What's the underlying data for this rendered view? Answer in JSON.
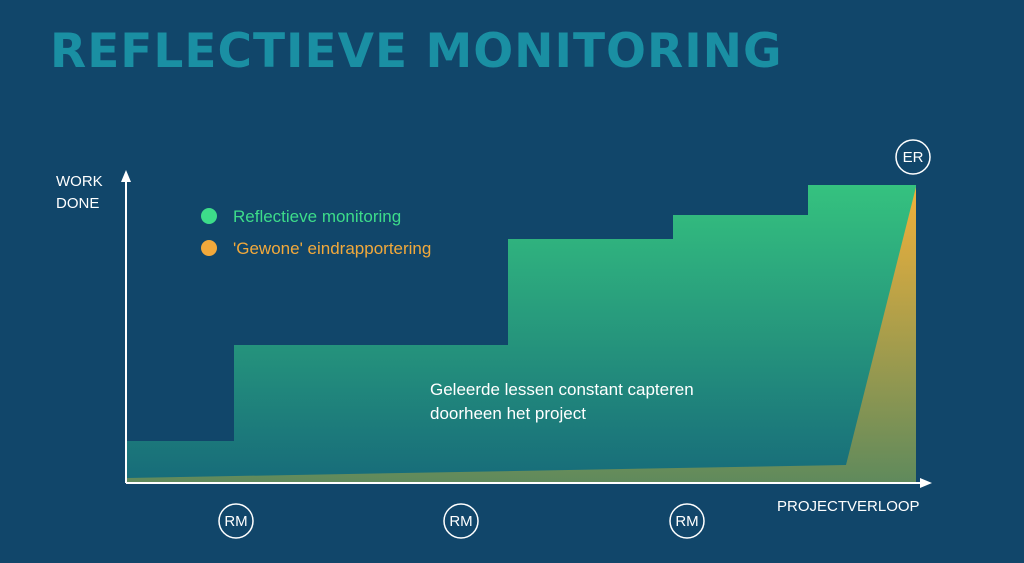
{
  "title": "REFLECTIEVE MONITORING",
  "y_axis_label_line1": "WORK",
  "y_axis_label_line2": "DONE",
  "x_axis_label": "PROJECTVERLOOP",
  "legend": [
    {
      "label": "Reflectieve monitoring",
      "color": "#3ddc8a"
    },
    {
      "label": "'Gewone' eindrapportering",
      "color": "#f2a93b"
    }
  ],
  "note_line1": "Geleerde lessen constant capteren",
  "note_line2": "doorheen het project",
  "milestones": [
    "RM",
    "RM",
    "RM"
  ],
  "end_milestone": "ER",
  "colors": {
    "background": "#11466a",
    "title": "#1a8fa3",
    "green_top": "#35c27f",
    "green_bottom": "#176b7a",
    "orange_top": "#f2b13a",
    "orange_bottom": "#5f8a5c"
  }
}
